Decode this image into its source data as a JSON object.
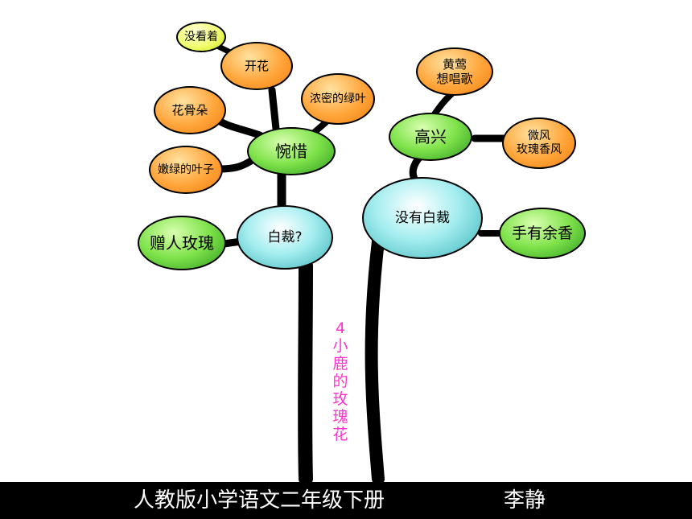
{
  "left_tree": {
    "root": "白裁?",
    "side": "赠人玫瑰",
    "hub": "惋惜",
    "leaves": [
      "没看着",
      "开花",
      "浓密的绿叶",
      "花骨朵",
      "嫩绿的叶子"
    ]
  },
  "right_tree": {
    "root": "没有白裁",
    "side": "手有余香",
    "hub": "高兴",
    "leaves": [
      "黄莺\n想唱歌",
      "微风\n玫瑰香风"
    ]
  },
  "lesson_title": "4小鹿的玫瑰花",
  "footer": {
    "text": "人教版小学语文二年级下册",
    "author": "李静"
  },
  "colors": {
    "orange": "#ffa53a",
    "green": "#7ee24a",
    "cyan": "#a6eef0",
    "yellow": "#f0ff70",
    "title_pink": "#ff33cc",
    "footer_bg": "#000000"
  }
}
